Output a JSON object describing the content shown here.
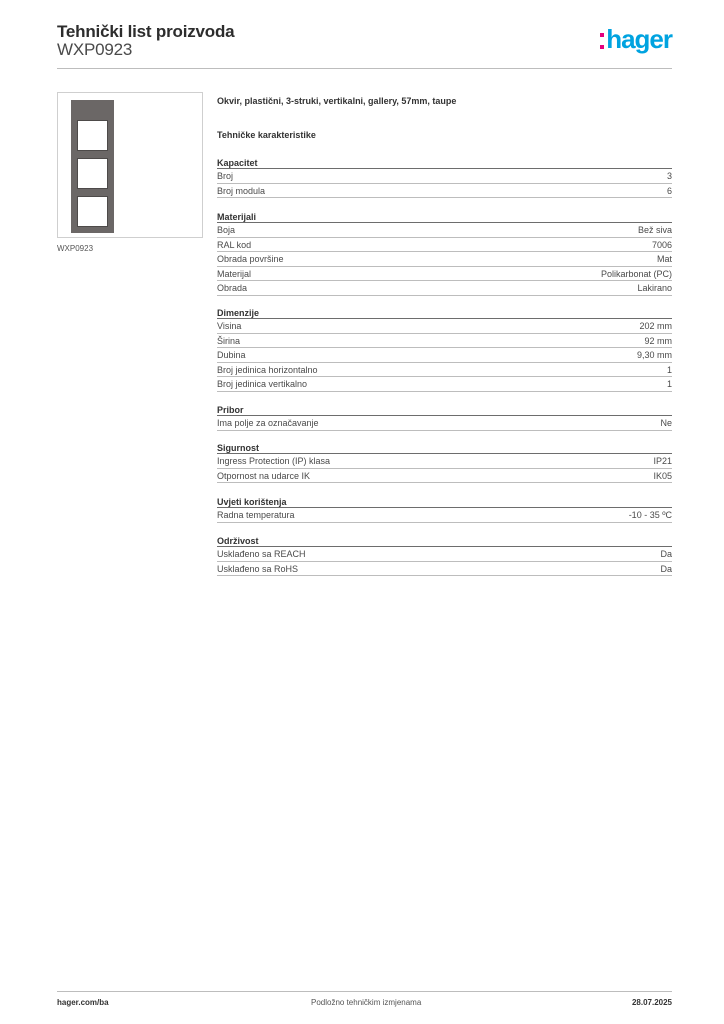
{
  "header": {
    "title": "Tehnički list proizvoda",
    "code": "WXP0923",
    "logo_text": "hager"
  },
  "product": {
    "caption": "WXP0923",
    "description": "Okvir, plastični, 3-struki, vertikalni, gallery, 57mm, taupe",
    "image_icon": "frame-3-vertical-icon"
  },
  "section_title": "Tehničke karakteristike",
  "groups": [
    {
      "title": "Kapacitet",
      "rows": [
        {
          "label": "Broj",
          "value": "3"
        },
        {
          "label": "Broj modula",
          "value": "6"
        }
      ]
    },
    {
      "title": "Materijali",
      "rows": [
        {
          "label": "Boja",
          "value": "Bež siva"
        },
        {
          "label": "RAL kod",
          "value": "7006"
        },
        {
          "label": "Obrada površine",
          "value": "Mat"
        },
        {
          "label": "Materijal",
          "value": "Polikarbonat (PC)"
        },
        {
          "label": "Obrada",
          "value": "Lakirano"
        }
      ]
    },
    {
      "title": "Dimenzije",
      "rows": [
        {
          "label": "Visina",
          "value": "202 mm"
        },
        {
          "label": "Širina",
          "value": "92 mm"
        },
        {
          "label": "Dubina",
          "value": "9,30 mm"
        },
        {
          "label": "Broj jedinica horizontalno",
          "value": "1"
        },
        {
          "label": "Broj jedinica vertikalno",
          "value": "1"
        }
      ]
    },
    {
      "title": "Pribor",
      "rows": [
        {
          "label": "Ima polje za označavanje",
          "value": "Ne"
        }
      ]
    },
    {
      "title": "Sigurnost",
      "rows": [
        {
          "label": "Ingress Protection (IP) klasa",
          "value": "IP21"
        },
        {
          "label": "Otpornost na udarce IK",
          "value": "IK05"
        }
      ]
    },
    {
      "title": "Uvjeti korištenja",
      "rows": [
        {
          "label": "Radna temperatura",
          "value": "-10 - 35 ºC"
        }
      ]
    },
    {
      "title": "Održivost",
      "rows": [
        {
          "label": "Usklađeno sa REACH",
          "value": "Da"
        },
        {
          "label": "Usklađeno sa RoHS",
          "value": "Da"
        }
      ]
    }
  ],
  "footer": {
    "website": "hager.com/ba",
    "note": "Podložno tehničkim izmjenama",
    "date": "28.07.2025"
  },
  "colors": {
    "logo_blue": "#00a3e0",
    "logo_magenta": "#e4007d",
    "frame_taupe": "#6b6766"
  }
}
